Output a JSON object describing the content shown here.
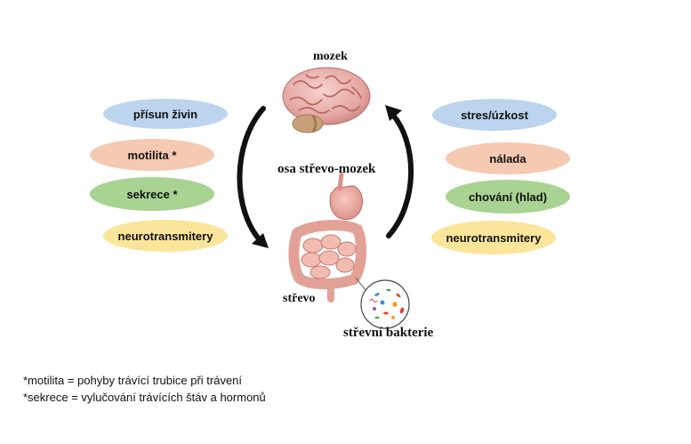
{
  "labels": {
    "brain": "mozek",
    "gut": "střevo",
    "axis": "osa střevo-mozek",
    "bacteria": "střevní bakterie"
  },
  "left_items": [
    {
      "label": "přísun živin",
      "color": "#bcd4ee"
    },
    {
      "label": "motilita *",
      "color": "#f6c9b2"
    },
    {
      "label": "sekrece *",
      "color": "#a8d392"
    },
    {
      "label": "neurotransmitery",
      "color": "#fbe59a"
    }
  ],
  "right_items": [
    {
      "label": "stres/úzkost",
      "color": "#bcd4ee"
    },
    {
      "label": "nálada",
      "color": "#f6c9b2"
    },
    {
      "label": "chování (hlad)",
      "color": "#a8d392"
    },
    {
      "label": "neurotransmitery",
      "color": "#fbe59a"
    }
  ],
  "notes": [
    "*motilita = pohyby trávící trubice při trávení",
    "*sekrece = vylučování trávících štáv a hormonů"
  ],
  "icons": {
    "brain": "brain-icon",
    "gut": "intestine-icon",
    "bacteria": "bacteria-icon",
    "arrow_left": "arrow-down-curved-icon",
    "arrow_right": "arrow-up-curved-icon"
  }
}
